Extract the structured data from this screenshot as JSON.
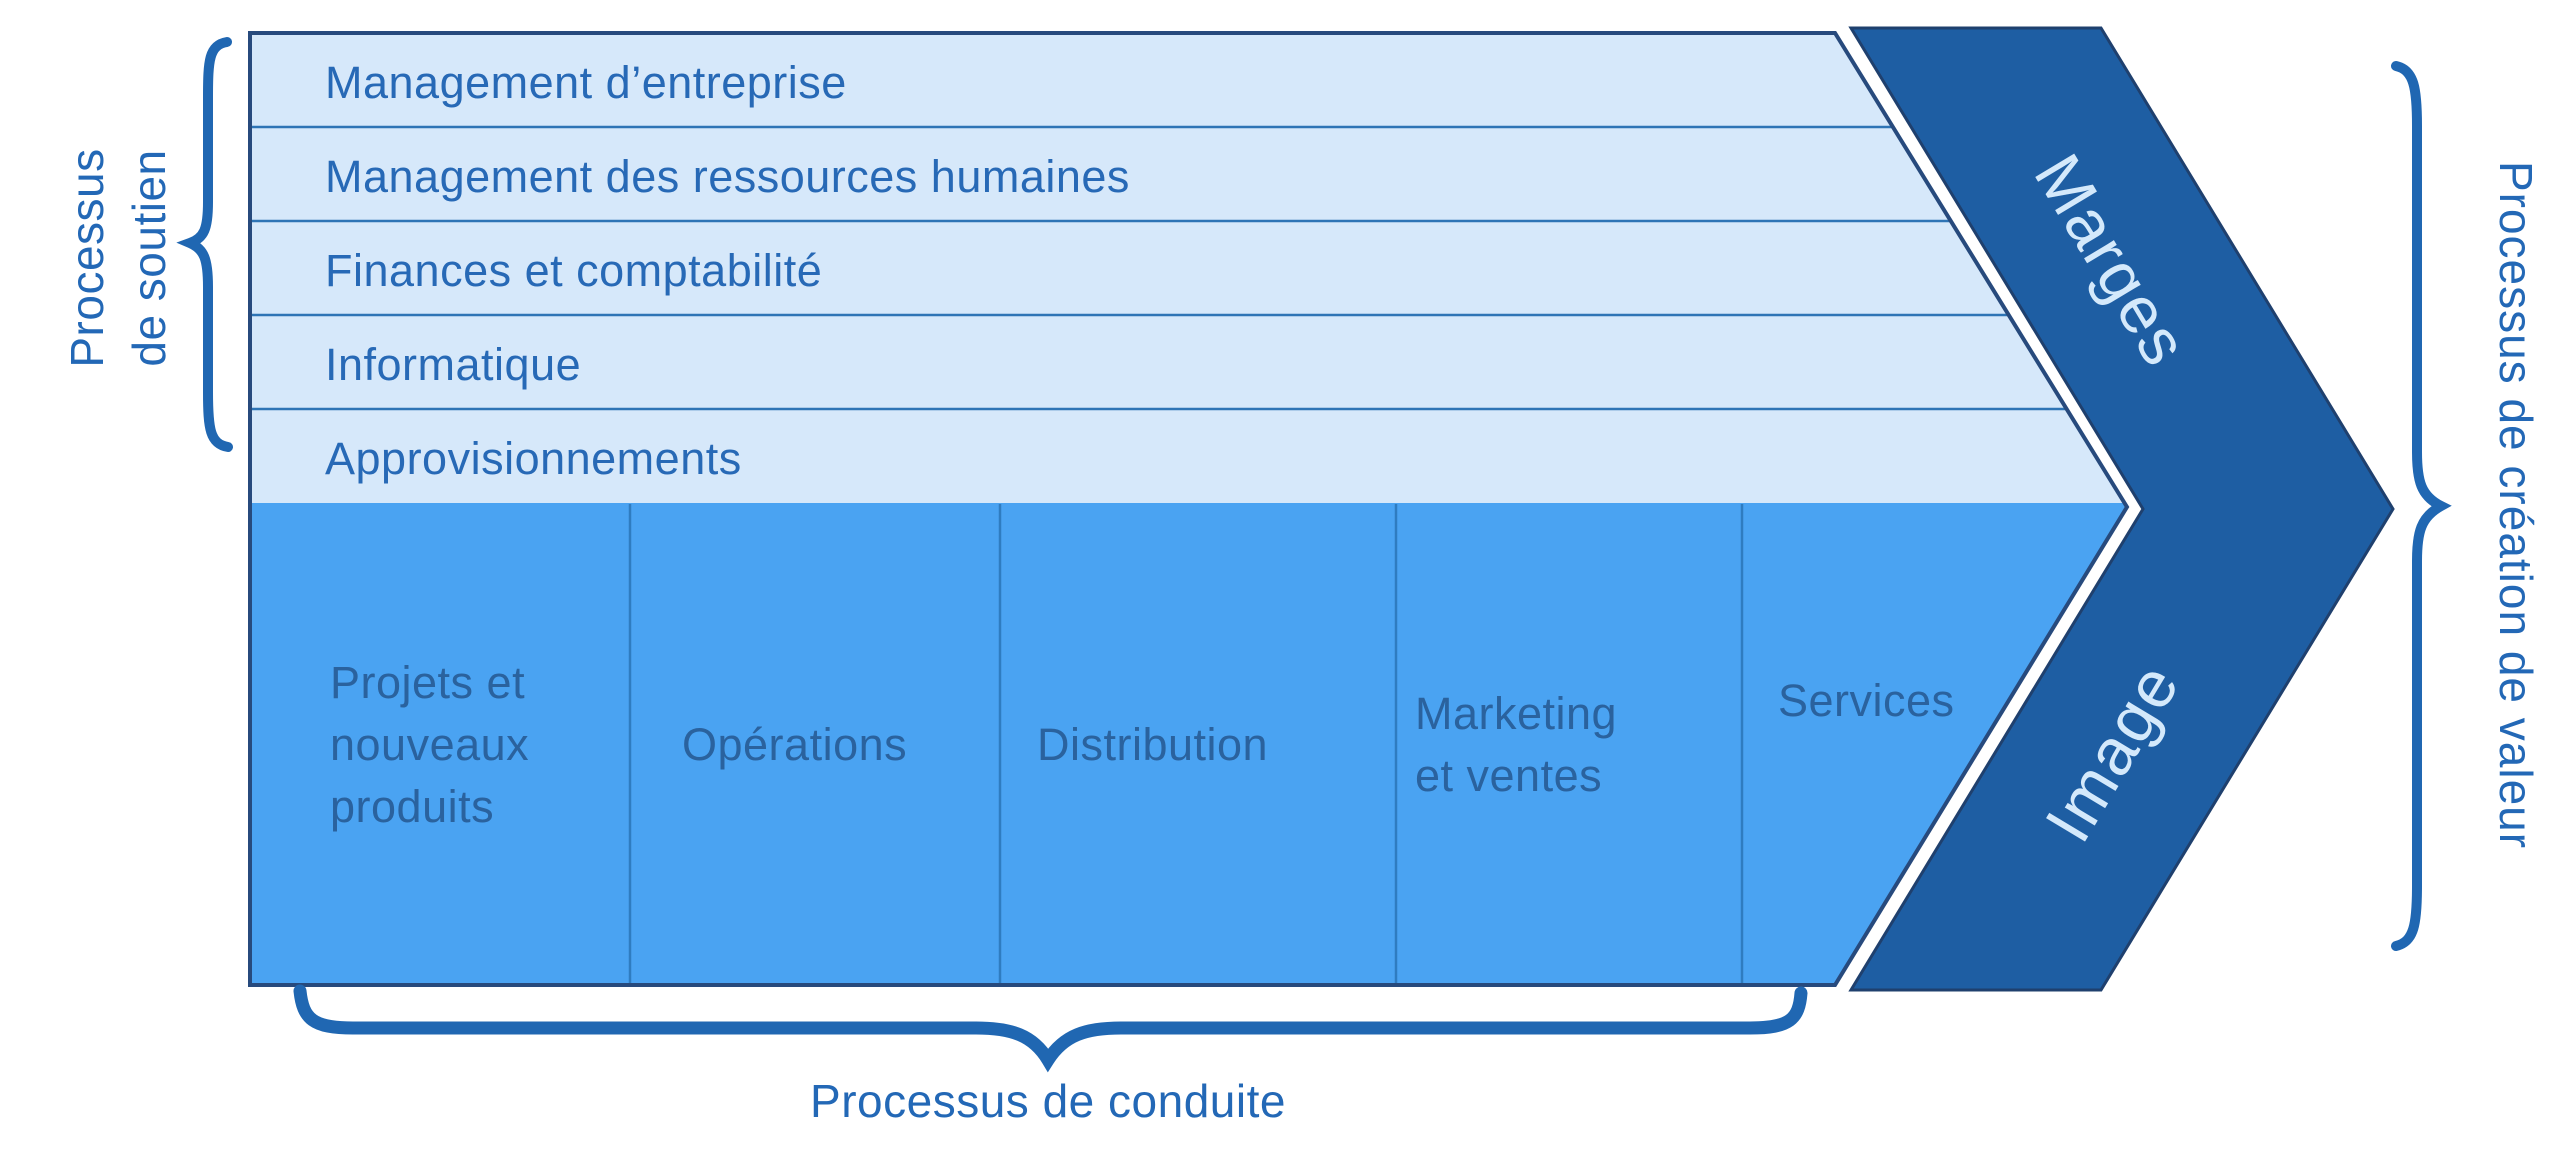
{
  "diagram": {
    "title_semantic": "Value chain diagram (Porter) in French",
    "support_rows": [
      "Management d’entreprise",
      "Management des ressources humaines",
      "Finances et comptabilité",
      "Informatique",
      "Approvisionnements"
    ],
    "primary_columns": [
      {
        "lines": [
          "Projets et",
          "nouveaux",
          "produits"
        ]
      },
      {
        "lines": [
          "Opérations"
        ]
      },
      {
        "lines": [
          "Distribution"
        ]
      },
      {
        "lines": [
          "Marketing",
          "et ventes"
        ]
      },
      {
        "lines": [
          "Services"
        ]
      }
    ],
    "arrow_band": {
      "top_label": "Marges",
      "bottom_label": "Image"
    },
    "annotations": {
      "left_line1": "Processus",
      "left_line2": "de soutien",
      "right": "Processus de création de valeur",
      "bottom": "Processus de conduite"
    },
    "colors": {
      "row_bg": "#D6E8FA",
      "column_bg": "#4AA3F2",
      "band_bg": "#1E5EA3",
      "row_text": "#2769B6",
      "column_text": "#2A629E",
      "band_text": "#D4E9FB",
      "outline": "#274A7D",
      "row_separator": "#2E74B5",
      "column_separator": "#2F7CC0",
      "brace": "#2067B2",
      "label_text": "#2368B6"
    }
  }
}
